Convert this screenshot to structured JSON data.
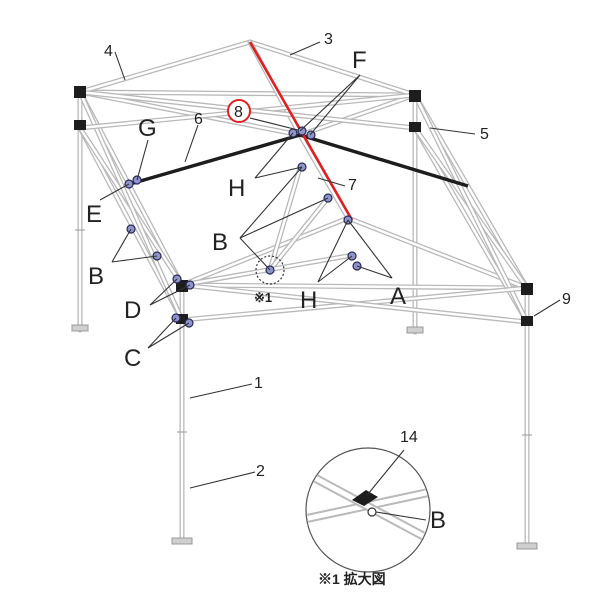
{
  "part_labels": {
    "p1": "1",
    "p2": "2",
    "p3": "3",
    "p4": "4",
    "p5": "5",
    "p6": "6",
    "p7": "7",
    "p8": "8",
    "p9": "9",
    "p14": "14"
  },
  "joint_labels": {
    "A": "A",
    "B_left": "B",
    "B_center": "B",
    "B_detail": "B",
    "C": "C",
    "D": "D",
    "E": "E",
    "F": "F",
    "G": "G",
    "H_upper": "H",
    "H_lower": "H"
  },
  "detail_marker": "※1",
  "detail_caption": "※1 拡大図",
  "colors": {
    "highlight": "#e02020",
    "frame": "#b9b9b9",
    "hinge": "#8f94cc",
    "dark_bar": "#1d1d1d"
  }
}
